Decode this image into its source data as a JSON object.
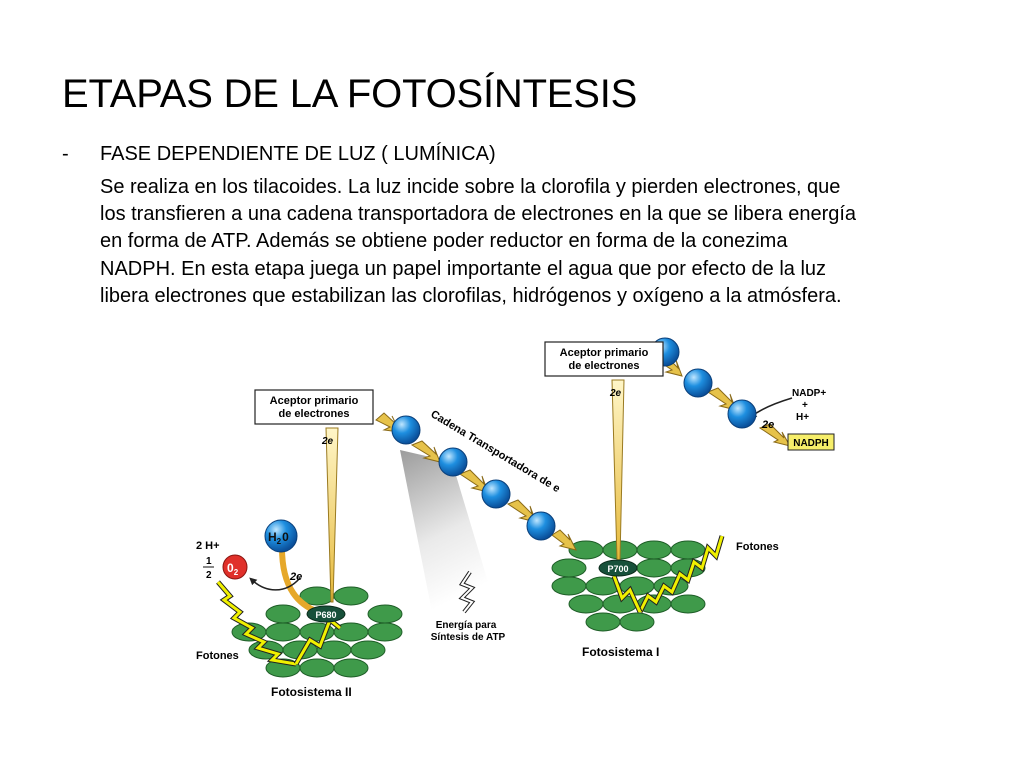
{
  "slide": {
    "title": "ETAPAS DE LA FOTOSÍNTESIS",
    "bullet": "-",
    "subtitle": "FASE DEPENDIENTE DE LUZ ( LUMÍNICA)",
    "paragraph_lines": [
      "Se realiza en los tilacoides. La luz incide sobre la clorofila y pierden electrones, que",
      "los transfieren a una cadena transportadora de electrones en la que se libera energía",
      "en forma de ATP. Además se obtiene poder reductor en forma de la conezima",
      "NADPH. En esta etapa juega un papel importante el agua que por efecto de la luz",
      "libera electrones que estabilizan las clorofilas, hidrógenos y oxígeno a la atmósfera."
    ]
  },
  "diagram": {
    "acceptor1": {
      "line1": "Aceptor primario",
      "line2": "de electrones"
    },
    "acceptor2": {
      "line1": "Aceptor primario",
      "line2": "de electrones"
    },
    "two_e": "2e",
    "chain_label": "Cadena Transportadora de e",
    "energy": {
      "line1": "Energía para",
      "line2": "Síntesis de ATP"
    },
    "water": {
      "h": "H",
      "sub2": "2",
      "o": "0"
    },
    "two_h_plus": "2 H+",
    "half_num": "1",
    "half_den": "2",
    "o2": {
      "o": "0",
      "sub": "2"
    },
    "p680": "P680",
    "p700": "P700",
    "photons_left": "Fotones",
    "photons_right": "Fotones",
    "ps2": "Fotosistema II",
    "ps1": "Fotosistema I",
    "nadp": "NADP+",
    "plus": "+",
    "h_plus": "H+",
    "nadph": "NADPH",
    "colors": {
      "electron": "#1e8fe0",
      "membrane": "#3f9a4a",
      "arrow": "#e6c24a",
      "photon": "#f0f000",
      "oxygen": "#e0302a",
      "nadph_bg": "#f6ee6a"
    }
  }
}
